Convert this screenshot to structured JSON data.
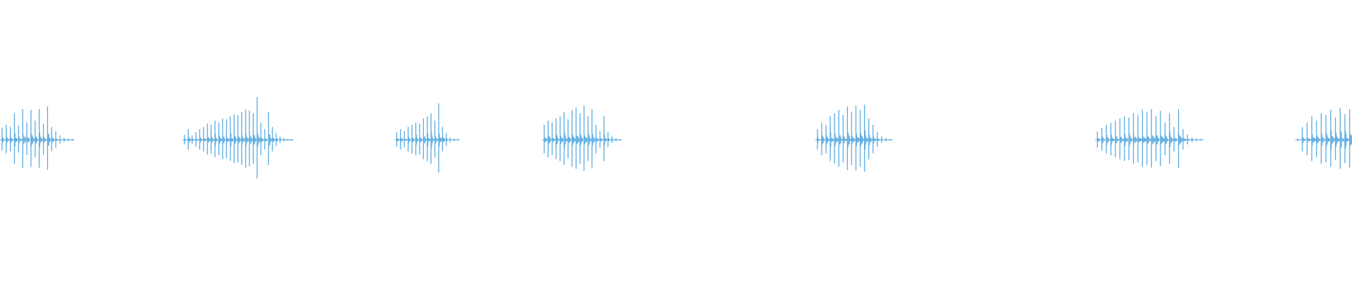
{
  "colors": {
    "background": "#ffffff",
    "waveform": "#5aabe0"
  },
  "waveform": {
    "amplitude_range": [
      -1,
      1
    ],
    "bursts": [
      {
        "start": 0.0,
        "end": 0.055,
        "peaks": [
          0.28,
          0.35,
          0.3,
          0.62,
          0.33,
          0.72,
          0.4,
          0.7,
          0.45,
          0.72,
          0.38,
          0.78,
          0.3,
          0.2,
          0.1,
          0.05,
          0.03,
          0.02
        ]
      },
      {
        "start": 0.135,
        "end": 0.217,
        "peaks": [
          0.12,
          0.25,
          0.1,
          0.18,
          0.25,
          0.3,
          0.38,
          0.35,
          0.45,
          0.4,
          0.5,
          0.48,
          0.55,
          0.6,
          0.58,
          0.65,
          0.72,
          0.68,
          0.62,
          1.0,
          0.4,
          0.25,
          0.65,
          0.3,
          0.15,
          0.08,
          0.04,
          0.02,
          0.02
        ]
      },
      {
        "start": 0.292,
        "end": 0.34,
        "peaks": [
          0.18,
          0.25,
          0.2,
          0.3,
          0.35,
          0.4,
          0.38,
          0.5,
          0.55,
          0.62,
          0.45,
          0.85,
          0.3,
          0.15,
          0.06,
          0.03,
          0.02
        ]
      },
      {
        "start": 0.401,
        "end": 0.46,
        "peaks": [
          0.35,
          0.45,
          0.4,
          0.5,
          0.55,
          0.65,
          0.48,
          0.7,
          0.75,
          0.62,
          0.8,
          0.55,
          0.72,
          0.35,
          0.2,
          0.55,
          0.18,
          0.08,
          0.04,
          0.02
        ]
      },
      {
        "start": 0.603,
        "end": 0.66,
        "peaks": [
          0.25,
          0.4,
          0.35,
          0.55,
          0.62,
          0.7,
          0.58,
          0.78,
          0.65,
          0.8,
          0.7,
          0.82,
          0.5,
          0.35,
          0.18,
          0.08,
          0.04,
          0.02
        ]
      },
      {
        "start": 0.81,
        "end": 0.89,
        "peaks": [
          0.2,
          0.28,
          0.35,
          0.4,
          0.45,
          0.5,
          0.55,
          0.52,
          0.62,
          0.58,
          0.7,
          0.65,
          0.72,
          0.55,
          0.68,
          0.4,
          0.62,
          0.3,
          0.72,
          0.25,
          0.12,
          0.06,
          0.03,
          0.02
        ]
      },
      {
        "start": 0.958,
        "end": 1.0,
        "peaks": [
          0.03,
          0.3,
          0.4,
          0.55,
          0.45,
          0.62,
          0.58,
          0.7,
          0.52,
          0.75,
          0.6,
          0.72
        ]
      }
    ]
  }
}
